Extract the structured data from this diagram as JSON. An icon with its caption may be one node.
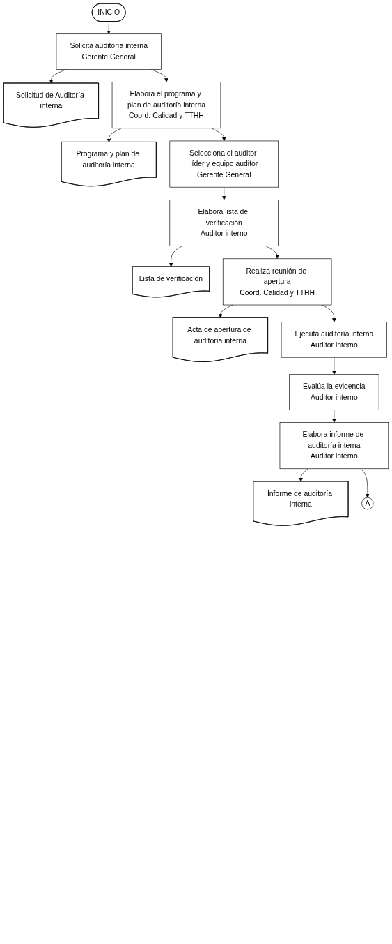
{
  "diagram": {
    "nodes": [
      {
        "text": [
          "INICIO"
        ]
      },
      {
        "text": [
          "Solicita auditoría interna",
          "Gerente General"
        ]
      },
      {
        "text": [
          "Solicitud de Auditoría interna"
        ]
      },
      {
        "text": [
          "Elabora el programa y plan de auditoría interna",
          "Coord. Calidad y TTHH"
        ]
      },
      {
        "text": [
          "Programa y plan de auditoría interna"
        ]
      },
      {
        "text": [
          "Selecciona el auditor líder y equipo auditor",
          "Gerente General"
        ]
      },
      {
        "text": [
          "Elabora lista de verificación",
          "Auditor interno"
        ]
      },
      {
        "text": [
          "Lista de verificación"
        ]
      },
      {
        "text": [
          "Realiza reunión de apertura",
          "Coord. Calidad y TTHH"
        ]
      },
      {
        "text": [
          "Acta de apertura de auditoría interna"
        ]
      },
      {
        "text": [
          "Ejecuta auditoría interna",
          "Auditor interno"
        ]
      },
      {
        "text": [
          "Evalúa la evidencia",
          "Auditor interno"
        ]
      },
      {
        "text": [
          "Elabora informe de auditoría interna",
          "Auditor interno"
        ]
      },
      {
        "text": [
          "Informe de auditoría interna"
        ]
      },
      {
        "text": [
          "A"
        ]
      }
    ],
    "edges": [
      {
        "from": 0,
        "to": 1,
        "arrow": "to"
      },
      {
        "from": 1,
        "to": 2,
        "arrow": "to"
      },
      {
        "from": 1,
        "to": 3,
        "arrow": "to"
      },
      {
        "from": 3,
        "to": 4,
        "arrow": "to"
      },
      {
        "from": 3,
        "to": 5,
        "arrow": "to"
      },
      {
        "from": 5,
        "to": 6,
        "arrow": "to"
      },
      {
        "from": 6,
        "to": 7,
        "arrow": "to"
      },
      {
        "from": 6,
        "to": 8,
        "arrow": "to"
      },
      {
        "from": 8,
        "to": 9,
        "arrow": "to"
      },
      {
        "from": 8,
        "to": 10,
        "arrow": "to"
      },
      {
        "from": 10,
        "to": 11,
        "arrow": "to"
      },
      {
        "from": 11,
        "to": 12,
        "arrow": "to"
      },
      {
        "from": 12,
        "to": 13,
        "arrow": "to"
      },
      {
        "from": 12,
        "to": 14,
        "arrow": "to"
      }
    ]
  }
}
